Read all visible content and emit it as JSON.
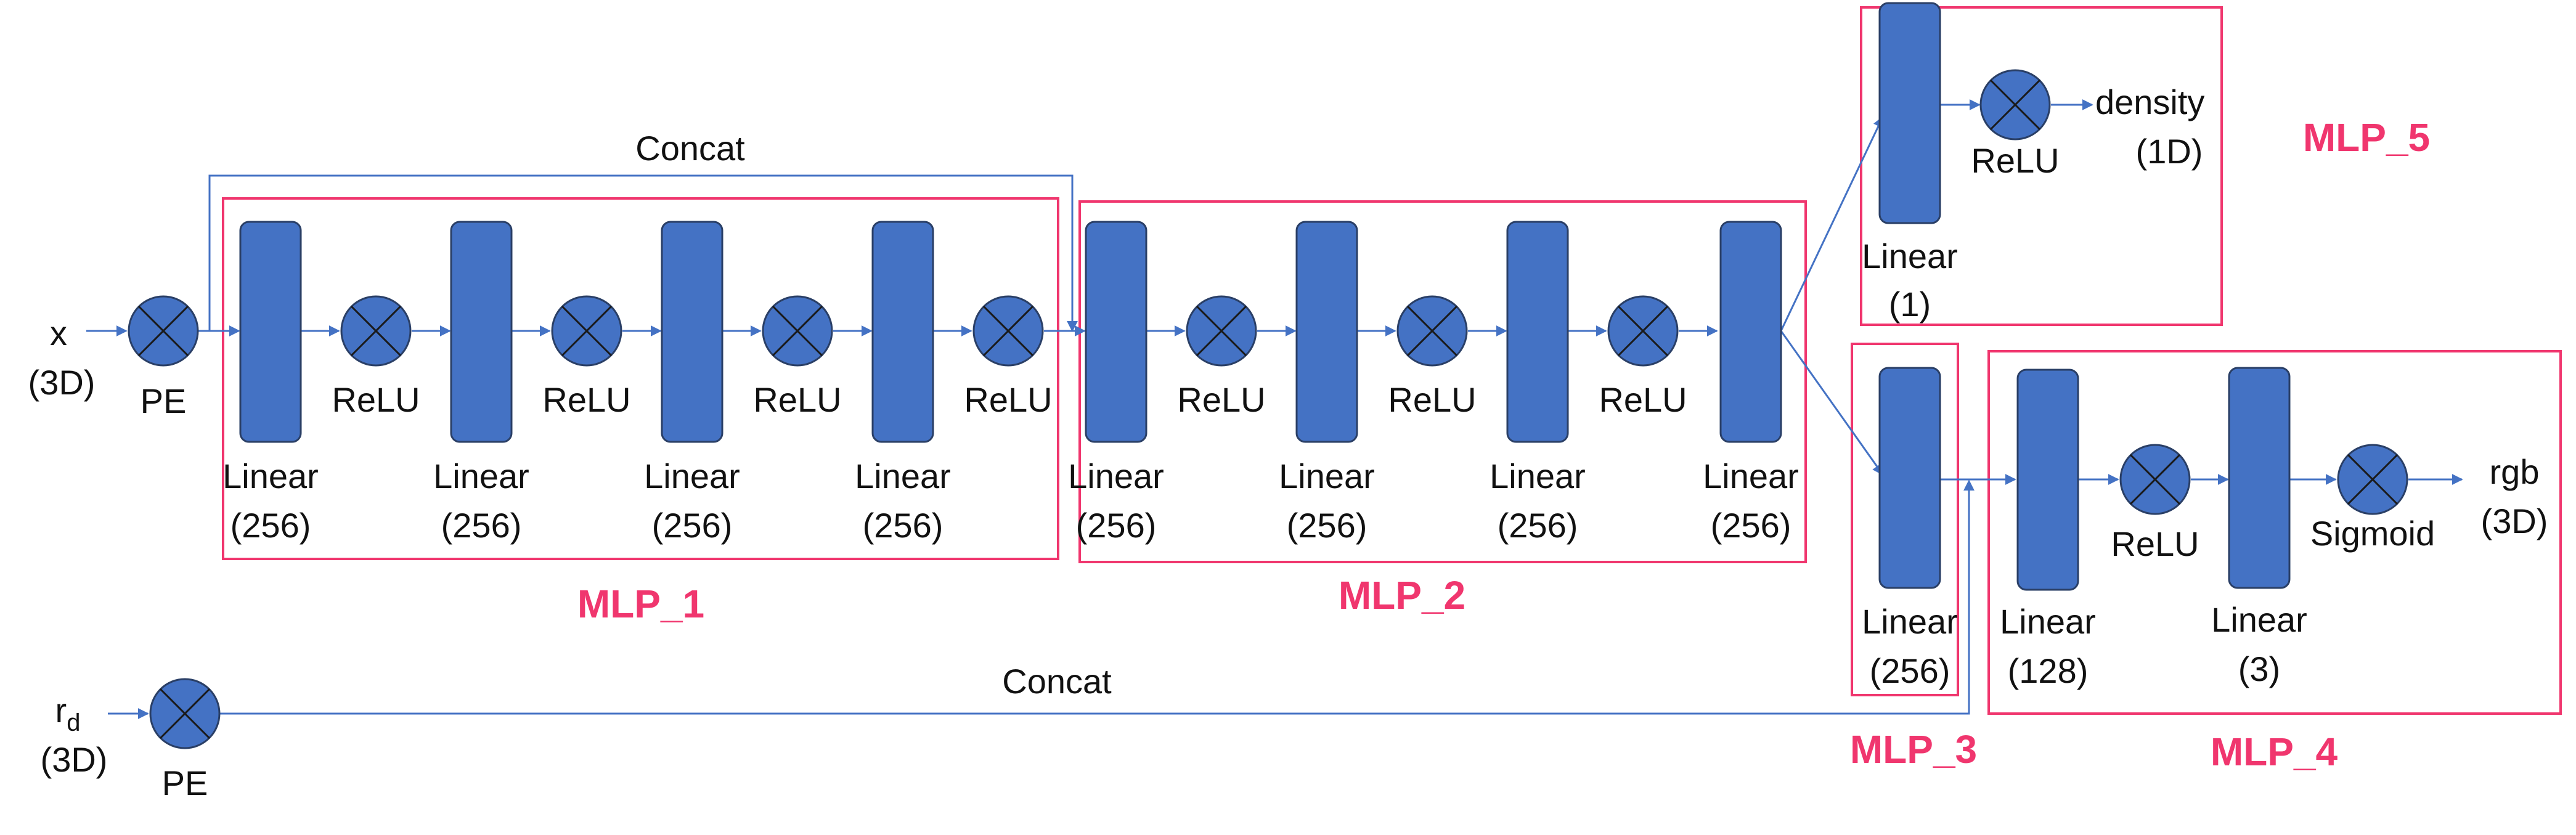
{
  "colors": {
    "layer": "#4472C4",
    "edge": "#4472C4",
    "module": "#F0366E",
    "text": "#111111"
  },
  "inputs": {
    "x": {
      "name": "x",
      "dim": "(3D)"
    },
    "rd": {
      "name": "r",
      "sub": "d",
      "dim": "(3D)"
    }
  },
  "encoder": {
    "pe_top": "PE",
    "pe_bottom": "PE"
  },
  "activations": {
    "relu": "ReLU",
    "sigmoid": "Sigmoid"
  },
  "layers": {
    "linear": "Linear",
    "w256": "(256)",
    "w128": "(128)",
    "w3": "(3)",
    "w1": "(1)"
  },
  "concat": {
    "top": "Concat",
    "bottom": "Concat"
  },
  "outputs": {
    "density": {
      "name": "density",
      "dim": "(1D)"
    },
    "rgb": {
      "name": "rgb",
      "dim": "(3D)"
    }
  },
  "modules": {
    "mlp1": "MLP_1",
    "mlp2": "MLP_2",
    "mlp3": "MLP_3",
    "mlp4": "MLP_4",
    "mlp5": "MLP_5"
  }
}
